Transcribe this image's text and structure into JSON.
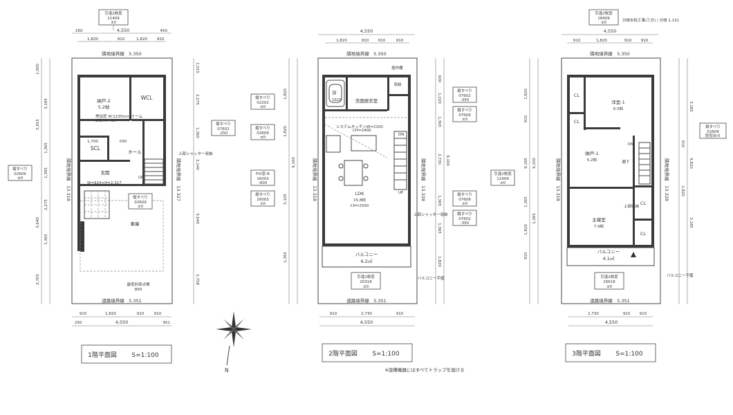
{
  "floors": [
    {
      "id": "f1",
      "title_label": "1階平面図",
      "scale_label": "S=1:100",
      "top_box": {
        "line1": "引違2枚窓",
        "line2": "11409",
        "line3": "±0"
      },
      "top_dims": [
        "260",
        "4,550",
        "450"
      ],
      "top_sub_dims": [
        "1,820",
        "910",
        "1,820",
        "910"
      ],
      "top_boundary": "隣地境界線　5.350",
      "bottom_boundary": "道路境界線　5.351",
      "bottom_dims": [
        "910",
        "1,820",
        "910",
        "910"
      ],
      "bottom_total": [
        "250",
        "4,550",
        "451"
      ],
      "side_left": "隣地境界線　13.318",
      "side_right": "隣地境界線　13.327",
      "left_dims": [
        "1,000",
        "3,185",
        "5,915",
        "1,365",
        "1,365",
        "2,275",
        "3,640",
        "1,365",
        "2,765"
      ],
      "right_dims": [
        "1,015",
        "2,275",
        "1,360",
        "2,140",
        "3,640",
        "2,758"
      ],
      "rooms": [
        {
          "id": "nando2",
          "name": "納戸-2",
          "area": "5.2帖"
        },
        {
          "id": "wcl",
          "name": "WCL",
          "area": ""
        },
        {
          "id": "scl",
          "name": "SCL",
          "area": ""
        },
        {
          "id": "hall",
          "name": "ホール",
          "area": ""
        },
        {
          "id": "genkan",
          "name": "玄関",
          "area": ""
        },
        {
          "id": "garage",
          "name": "車庫",
          "area": ""
        }
      ],
      "notes": [
        "押出窓 W:1235mm/ミーム",
        "2枚×H=90",
        "1,700",
        "030",
        "W=924×H=2,317",
        "UP",
        "上部シャッター収納",
        "最低外部点検",
        "800"
      ],
      "tags": [
        {
          "line1": "縦すべり",
          "line2": "02609",
          "line3": "±0"
        },
        {
          "line1": "縦すべり",
          "line2": "02609",
          "line3": "±0"
        },
        {
          "line1": "縦すべり",
          "line2": "07602",
          "line3": "-250"
        }
      ]
    },
    {
      "id": "f2",
      "title_label": "2階平面図",
      "scale_label": "S=1:100",
      "top_dims": [
        "4,550"
      ],
      "top_sub_dims": [
        "1,820",
        "910",
        "910",
        "910"
      ],
      "top_boundary": "隣地境界線　5.350",
      "bottom_boundary": "道路境界線　5.351",
      "bottom_dims": [
        "910",
        "2,730",
        "910"
      ],
      "bottom_total": [
        "4,550"
      ],
      "side_left": "隣地境界線　13.318",
      "side_right": "隣地境界線　13.328",
      "left_dims": [
        "1,820",
        "1,820",
        "9,100",
        "5,105",
        "1,365"
      ],
      "right_dims": [
        "600",
        "1,220",
        "1,365",
        "2,730",
        "9,100",
        "1,365",
        "1,365",
        "1,820"
      ],
      "rooms": [
        {
          "id": "bath",
          "name": "浴",
          "area": "1616"
        },
        {
          "id": "wash",
          "name": "洗面脱衣室",
          "area": ""
        },
        {
          "id": "storage",
          "name": "収納",
          "area": ""
        },
        {
          "id": "ldk",
          "name": "LDK",
          "area": "15.8帖"
        },
        {
          "id": "balcony",
          "name": "バルコニー",
          "area": "6.2㎡"
        }
      ],
      "notes": [
        "造作棚",
        "CH=2400",
        "CH=2500",
        "システムキッチンW=2100",
        "DN",
        "UP",
        "上部シャッター収納"
      ],
      "tags": [
        {
          "line1": "縦すべり",
          "line2": "02202",
          "line3": "±0"
        },
        {
          "line1": "縦すべり",
          "line2": "02609",
          "line3": "±0"
        },
        {
          "line1": "FIX窓-B",
          "line2": "16003",
          "line3": "-600"
        },
        {
          "line1": "縦すべり",
          "line2": "16003",
          "line3": "±0"
        },
        {
          "line1": "縦すべり",
          "line2": "07602",
          "line3": "-350"
        },
        {
          "line1": "縦すべり",
          "line2": "07609",
          "line3": "±0"
        },
        {
          "line1": "縦すべり",
          "line2": "07609",
          "line3": "±0"
        },
        {
          "line1": "縦すべり",
          "line2": "07602",
          "line3": "-350"
        }
      ],
      "bottom_box": {
        "line1": "引違2枚窓",
        "line2": "20318",
        "line3": "±0"
      },
      "balcony_note": "バルコニー手摺",
      "bottom_note": "※設備機器にはすべてトラップを設ける"
    },
    {
      "id": "f3",
      "title_label": "3階平面図",
      "scale_label": "S=1:100",
      "top_box": {
        "line1": "引違2枚窓",
        "line2": "16609",
        "line3": "±0"
      },
      "top_note": "分岐水栓工事(三方) / 分岐 1.131",
      "top_dims": [
        "4,550"
      ],
      "top_sub_dims": [
        "910",
        "1,820",
        "910",
        "910"
      ],
      "top_boundary": "隣地境界線　5.350",
      "bottom_boundary": "道路境界線　5.351",
      "bottom_dims": [
        "2,730",
        "910",
        "910"
      ],
      "bottom_total": [
        "4,550"
      ],
      "side_left": "隣地境界線　13.318",
      "side_right": "隣地境界線　13.328",
      "left_dims": [
        "1,820",
        "910",
        "9,100",
        "9,185",
        "1,365",
        "1,365",
        "1,820",
        "910"
      ],
      "right_dims": [
        "3,185",
        "910",
        "9,820",
        "1,820",
        "3,185"
      ],
      "rooms": [
        {
          "id": "cl1",
          "name": "CL",
          "area": ""
        },
        {
          "id": "cl2",
          "name": "CL",
          "area": ""
        },
        {
          "id": "youshitsu1",
          "name": "洋室-1",
          "area": "6.5帖"
        },
        {
          "id": "nando1",
          "name": "納戸-1",
          "area": "5.2帖"
        },
        {
          "id": "rouka",
          "name": "廊下",
          "area": ""
        },
        {
          "id": "shinshitsu",
          "name": "主寝室",
          "area": "7.9帖"
        },
        {
          "id": "cl3",
          "name": "CL",
          "area": ""
        },
        {
          "id": "cl4",
          "name": "CL",
          "area": ""
        },
        {
          "id": "balcony3",
          "name": "バルコニー",
          "area": "4.1㎡"
        }
      ],
      "notes": [
        "DN",
        "上部収納",
        "バルコニー手摺"
      ],
      "tags": [
        {
          "line1": "引違2枚窓",
          "line2": "11409",
          "line3": "±0"
        },
        {
          "line1": "縦すべり",
          "line2": "02609",
          "line3": "防犯合せ"
        }
      ],
      "bottom_box": {
        "line1": "引違2枚窓",
        "line2": "16618",
        "line3": "±0"
      }
    }
  ],
  "compass": {
    "label": "N"
  }
}
